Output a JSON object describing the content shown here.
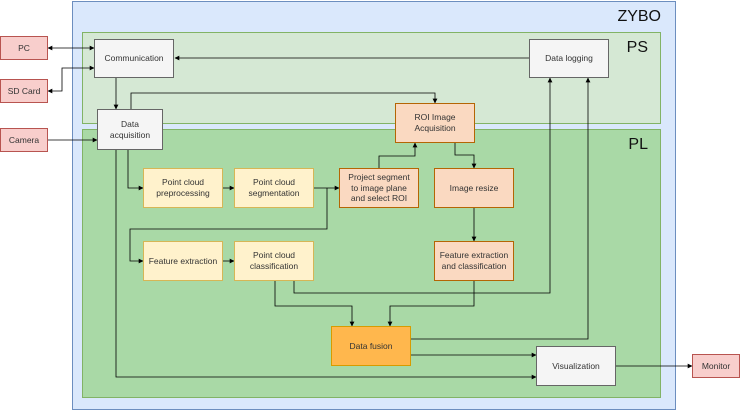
{
  "regions": {
    "zybo": {
      "label": "ZYBO",
      "fill": "#dae8fc",
      "stroke": "#6c8ebf"
    },
    "ps": {
      "label": "PS",
      "fill": "#d5e8d4",
      "stroke": "#82b366"
    },
    "pl": {
      "label": "PL",
      "fill": "#a9d9a6",
      "stroke": "#82b366"
    }
  },
  "nodes": {
    "pc": {
      "label": "PC"
    },
    "sd_card": {
      "label": "SD Card"
    },
    "camera": {
      "label": "Camera"
    },
    "monitor": {
      "label": "Monitor"
    },
    "communication": {
      "label": "Communication"
    },
    "data_logging": {
      "label": "Data logging"
    },
    "data_acquisition": {
      "label": "Data acquisition"
    },
    "roi_image_acquisition": {
      "label": "ROI Image Acquisition"
    },
    "point_cloud_preprocessing": {
      "label": "Point cloud preprocessing"
    },
    "point_cloud_segmentation": {
      "label": "Point cloud segmentation"
    },
    "project_segment": {
      "label": "Project segment to image plane and select ROI"
    },
    "image_resize": {
      "label": "Image resize"
    },
    "feature_extraction": {
      "label": "Feature extraction"
    },
    "point_cloud_classification": {
      "label": "Point cloud classification"
    },
    "feature_extraction_classification": {
      "label": "Feature extraction and classification"
    },
    "data_fusion": {
      "label": "Data fusion"
    },
    "visualization": {
      "label": "Visualization"
    }
  },
  "colors": {
    "external_fill": "#f8cecc",
    "external_stroke": "#b85450",
    "gray_fill": "#f5f5f5",
    "gray_stroke": "#666666",
    "yellow_fill": "#fff2cc",
    "yellow_stroke": "#d6b656",
    "peach_fill": "#fad9c1",
    "peach_stroke": "#b46504",
    "fusion_fill": "#ffb74d",
    "fusion_stroke": "#d79b00",
    "line": "#000000"
  }
}
